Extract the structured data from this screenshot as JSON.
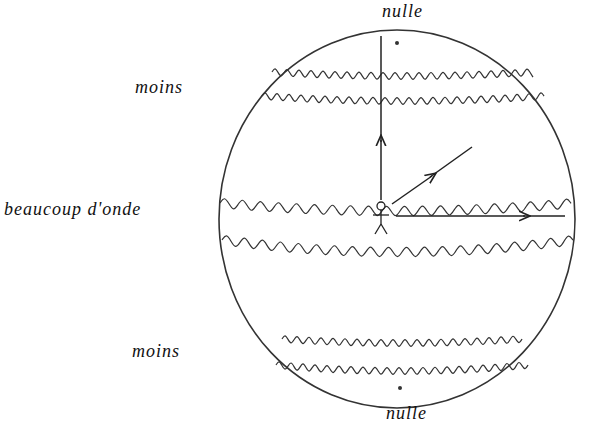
{
  "diagram": {
    "labels": [
      "nulle",
      "moins",
      "beaucoup d'onde",
      "moins",
      "nulle"
    ]
  }
}
